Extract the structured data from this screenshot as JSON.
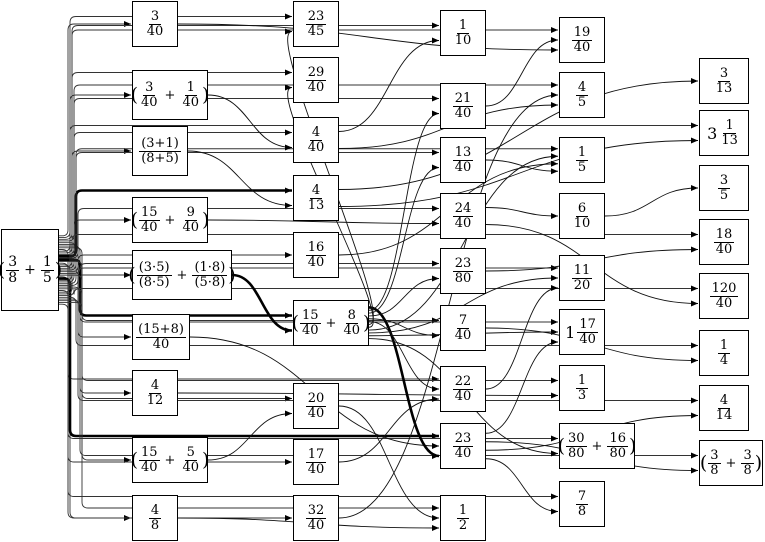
{
  "nodes": [
    {
      "id": "root",
      "parts": [
        [
          "par",
          "("
        ],
        [
          "frac",
          "3",
          "8"
        ],
        [
          "op",
          "+"
        ],
        [
          "frac",
          "1",
          "5"
        ],
        [
          "par",
          ")"
        ]
      ]
    },
    {
      "id": "n_3_40",
      "parts": [
        [
          "frac",
          "3",
          "40"
        ]
      ]
    },
    {
      "id": "n_sum_3_40_1_40",
      "parts": [
        [
          "par",
          "("
        ],
        [
          "frac",
          "3",
          "40"
        ],
        [
          "op",
          "+"
        ],
        [
          "frac",
          "1",
          "40"
        ],
        [
          "par",
          ")"
        ]
      ]
    },
    {
      "id": "n_3p1_8p5",
      "parts": [
        [
          "frac",
          "(3+1)",
          "(8+5)"
        ]
      ]
    },
    {
      "id": "n_sum_15_40_9_40",
      "parts": [
        [
          "par",
          "("
        ],
        [
          "frac",
          "15",
          "40"
        ],
        [
          "op",
          "+"
        ],
        [
          "frac",
          "9",
          "40"
        ],
        [
          "par",
          ")"
        ]
      ]
    },
    {
      "id": "n_prod_sum",
      "parts": [
        [
          "par",
          "("
        ],
        [
          "frac",
          "(3·5)",
          "(8·5)"
        ],
        [
          "op",
          "+"
        ],
        [
          "frac",
          "(1·8)",
          "(5·8)"
        ],
        [
          "par",
          ")"
        ]
      ]
    },
    {
      "id": "n_15p8_40",
      "parts": [
        [
          "frac",
          "(15+8)",
          "40"
        ]
      ]
    },
    {
      "id": "n_4_12",
      "parts": [
        [
          "frac",
          "4",
          "12"
        ]
      ]
    },
    {
      "id": "n_sum_15_40_5_40",
      "parts": [
        [
          "par",
          "("
        ],
        [
          "frac",
          "15",
          "40"
        ],
        [
          "op",
          "+"
        ],
        [
          "frac",
          "5",
          "40"
        ],
        [
          "par",
          ")"
        ]
      ]
    },
    {
      "id": "n_4_8",
      "parts": [
        [
          "frac",
          "4",
          "8"
        ]
      ]
    },
    {
      "id": "n_23_45",
      "parts": [
        [
          "frac",
          "23",
          "45"
        ]
      ]
    },
    {
      "id": "n_29_40",
      "parts": [
        [
          "frac",
          "29",
          "40"
        ]
      ]
    },
    {
      "id": "n_4_40",
      "parts": [
        [
          "frac",
          "4",
          "40"
        ]
      ]
    },
    {
      "id": "n_4_13",
      "parts": [
        [
          "frac",
          "4",
          "13"
        ]
      ]
    },
    {
      "id": "n_16_40",
      "parts": [
        [
          "frac",
          "16",
          "40"
        ]
      ]
    },
    {
      "id": "n_sum_15_40_8_40",
      "parts": [
        [
          "par",
          "("
        ],
        [
          "frac",
          "15",
          "40"
        ],
        [
          "op",
          "+"
        ],
        [
          "frac",
          "8",
          "40"
        ],
        [
          "par",
          ")"
        ]
      ]
    },
    {
      "id": "n_20_40",
      "parts": [
        [
          "frac",
          "20",
          "40"
        ]
      ]
    },
    {
      "id": "n_17_40",
      "parts": [
        [
          "frac",
          "17",
          "40"
        ]
      ]
    },
    {
      "id": "n_32_40",
      "parts": [
        [
          "frac",
          "32",
          "40"
        ]
      ]
    },
    {
      "id": "n_1_10",
      "parts": [
        [
          "frac",
          "1",
          "10"
        ]
      ]
    },
    {
      "id": "n_21_40",
      "parts": [
        [
          "frac",
          "21",
          "40"
        ]
      ]
    },
    {
      "id": "n_13_40",
      "parts": [
        [
          "frac",
          "13",
          "40"
        ]
      ]
    },
    {
      "id": "n_24_40",
      "parts": [
        [
          "frac",
          "24",
          "40"
        ]
      ]
    },
    {
      "id": "n_23_80",
      "parts": [
        [
          "frac",
          "23",
          "80"
        ]
      ]
    },
    {
      "id": "n_7_40",
      "parts": [
        [
          "frac",
          "7",
          "40"
        ]
      ]
    },
    {
      "id": "n_22_40",
      "parts": [
        [
          "frac",
          "22",
          "40"
        ]
      ]
    },
    {
      "id": "n_23_40",
      "parts": [
        [
          "frac",
          "23",
          "40"
        ]
      ]
    },
    {
      "id": "n_1_2",
      "parts": [
        [
          "frac",
          "1",
          "2"
        ]
      ]
    },
    {
      "id": "n_19_40",
      "parts": [
        [
          "frac",
          "19",
          "40"
        ]
      ]
    },
    {
      "id": "n_4_5",
      "parts": [
        [
          "frac",
          "4",
          "5"
        ]
      ]
    },
    {
      "id": "n_1_5",
      "parts": [
        [
          "frac",
          "1",
          "5"
        ]
      ]
    },
    {
      "id": "n_6_10",
      "parts": [
        [
          "frac",
          "6",
          "10"
        ]
      ]
    },
    {
      "id": "n_11_20",
      "parts": [
        [
          "frac",
          "11",
          "20"
        ]
      ]
    },
    {
      "id": "n_1_17_40",
      "parts": [
        [
          "whole",
          "1"
        ],
        [
          "frac",
          "17",
          "40"
        ]
      ]
    },
    {
      "id": "n_1_3",
      "parts": [
        [
          "frac",
          "1",
          "3"
        ]
      ]
    },
    {
      "id": "n_sum_30_80_16_80",
      "parts": [
        [
          "par",
          "("
        ],
        [
          "frac",
          "30",
          "80"
        ],
        [
          "op",
          "+"
        ],
        [
          "frac",
          "16",
          "80"
        ],
        [
          "par",
          ")"
        ]
      ]
    },
    {
      "id": "n_7_8",
      "parts": [
        [
          "frac",
          "7",
          "8"
        ]
      ]
    },
    {
      "id": "n_3_13",
      "parts": [
        [
          "frac",
          "3",
          "13"
        ]
      ]
    },
    {
      "id": "n_3_1_13",
      "parts": [
        [
          "whole",
          "3"
        ],
        [
          "frac",
          "1",
          "13"
        ]
      ]
    },
    {
      "id": "n_3_5",
      "parts": [
        [
          "frac",
          "3",
          "5"
        ]
      ]
    },
    {
      "id": "n_18_40",
      "parts": [
        [
          "frac",
          "18",
          "40"
        ]
      ]
    },
    {
      "id": "n_120_40",
      "parts": [
        [
          "frac",
          "120",
          "40"
        ]
      ]
    },
    {
      "id": "n_1_4",
      "parts": [
        [
          "frac",
          "1",
          "4"
        ]
      ]
    },
    {
      "id": "n_4_14",
      "parts": [
        [
          "frac",
          "4",
          "14"
        ]
      ]
    },
    {
      "id": "n_sum_3_8_3_8",
      "parts": [
        [
          "par",
          "("
        ],
        [
          "frac",
          "3",
          "8"
        ],
        [
          "op",
          "+"
        ],
        [
          "frac",
          "3",
          "8"
        ],
        [
          "par",
          ")"
        ]
      ]
    }
  ],
  "edges": [
    [
      "root",
      "n_3_40"
    ],
    [
      "root",
      "n_sum_3_40_1_40"
    ],
    [
      "root",
      "n_3p1_8p5"
    ],
    [
      "root",
      "n_sum_15_40_9_40"
    ],
    [
      "root",
      "n_prod_sum"
    ],
    [
      "root",
      "n_15p8_40"
    ],
    [
      "root",
      "n_4_12"
    ],
    [
      "root",
      "n_sum_15_40_5_40"
    ],
    [
      "root",
      "n_4_8"
    ],
    [
      "root",
      "n_23_45"
    ],
    [
      "root",
      "n_29_40"
    ],
    [
      "root",
      "n_4_40"
    ],
    [
      "root",
      "n_4_13"
    ],
    [
      "root",
      "n_16_40"
    ],
    [
      "root",
      "n_sum_15_40_8_40"
    ],
    [
      "root",
      "n_20_40"
    ],
    [
      "root",
      "n_17_40"
    ],
    [
      "root",
      "n_32_40"
    ],
    [
      "root",
      "n_1_10"
    ],
    [
      "root",
      "n_21_40"
    ],
    [
      "root",
      "n_13_40"
    ],
    [
      "root",
      "n_24_40"
    ],
    [
      "root",
      "n_23_80"
    ],
    [
      "root",
      "n_7_40"
    ],
    [
      "root",
      "n_22_40"
    ],
    [
      "root",
      "n_23_40"
    ],
    [
      "root",
      "n_19_40"
    ],
    [
      "root",
      "n_4_5"
    ],
    [
      "root",
      "n_1_5"
    ],
    [
      "root",
      "n_11_20"
    ],
    [
      "root",
      "n_1_17_40"
    ],
    [
      "root",
      "n_1_3"
    ],
    [
      "root",
      "n_7_8"
    ],
    [
      "root",
      "n_3_1_13"
    ],
    [
      "root",
      "n_18_40"
    ],
    [
      "root",
      "n_120_40"
    ],
    [
      "root",
      "n_1_4"
    ],
    [
      "root",
      "n_4_14"
    ],
    [
      "root",
      "n_sum_3_8_3_8"
    ],
    [
      "root",
      "n_1_2"
    ],
    [
      "root",
      "n_sum_30_80_16_80"
    ],
    [
      "n_sum_3_40_1_40",
      "n_4_40"
    ],
    [
      "n_3p1_8p5",
      "n_4_13"
    ],
    [
      "n_sum_15_40_9_40",
      "n_24_40"
    ],
    [
      "n_prod_sum",
      "n_sum_15_40_8_40"
    ],
    [
      "n_15p8_40",
      "n_23_40"
    ],
    [
      "n_4_12",
      "n_1_3"
    ],
    [
      "n_sum_15_40_5_40",
      "n_20_40"
    ],
    [
      "n_4_40",
      "n_1_10"
    ],
    [
      "n_20_40",
      "n_1_2"
    ],
    [
      "n_sum_15_40_8_40",
      "n_23_40"
    ],
    [
      "n_sum_15_40_8_40",
      "n_21_40"
    ],
    [
      "n_sum_15_40_8_40",
      "n_13_40"
    ],
    [
      "n_sum_15_40_8_40",
      "n_23_80"
    ],
    [
      "n_sum_15_40_8_40",
      "n_7_40"
    ],
    [
      "n_sum_15_40_8_40",
      "n_22_40"
    ],
    [
      "n_sum_15_40_8_40",
      "n_23_45"
    ],
    [
      "n_sum_15_40_8_40",
      "n_29_40"
    ],
    [
      "n_sum_15_40_8_40",
      "n_1_5"
    ],
    [
      "n_sum_15_40_8_40",
      "n_11_20"
    ],
    [
      "n_sum_15_40_8_40",
      "n_1_17_40"
    ],
    [
      "n_sum_15_40_8_40",
      "n_sum_30_80_16_80"
    ],
    [
      "n_24_40",
      "n_6_10"
    ],
    [
      "n_6_10",
      "n_3_5"
    ],
    [
      "n_4_13",
      "n_3_13"
    ],
    [
      "n_4_13",
      "n_3_1_13"
    ],
    [
      "n_16_40",
      "n_1_5"
    ],
    [
      "n_22_40",
      "n_11_20"
    ],
    [
      "n_23_40",
      "n_1_17_40"
    ],
    [
      "n_23_40",
      "n_sum_3_8_3_8"
    ],
    [
      "n_23_40",
      "n_4_14"
    ],
    [
      "n_23_40",
      "n_7_8"
    ],
    [
      "n_13_40",
      "n_1_5"
    ],
    [
      "n_21_40",
      "n_19_40"
    ],
    [
      "n_32_40",
      "n_4_5"
    ],
    [
      "n_17_40",
      "n_22_40"
    ],
    [
      "n_4_8",
      "n_1_2"
    ],
    [
      "n_3_40",
      "n_19_40"
    ],
    [
      "n_4_40",
      "n_4_5"
    ],
    [
      "n_7_40",
      "n_1_4"
    ],
    [
      "n_23_80",
      "n_18_40"
    ],
    [
      "n_24_40",
      "n_120_40"
    ]
  ],
  "bold_edges": [
    [
      "root",
      "n_4_13"
    ],
    [
      "root",
      "n_sum_15_40_8_40"
    ],
    [
      "root",
      "n_23_40"
    ],
    [
      "n_prod_sum",
      "n_sum_15_40_8_40"
    ],
    [
      "n_sum_15_40_8_40",
      "n_23_40"
    ]
  ]
}
